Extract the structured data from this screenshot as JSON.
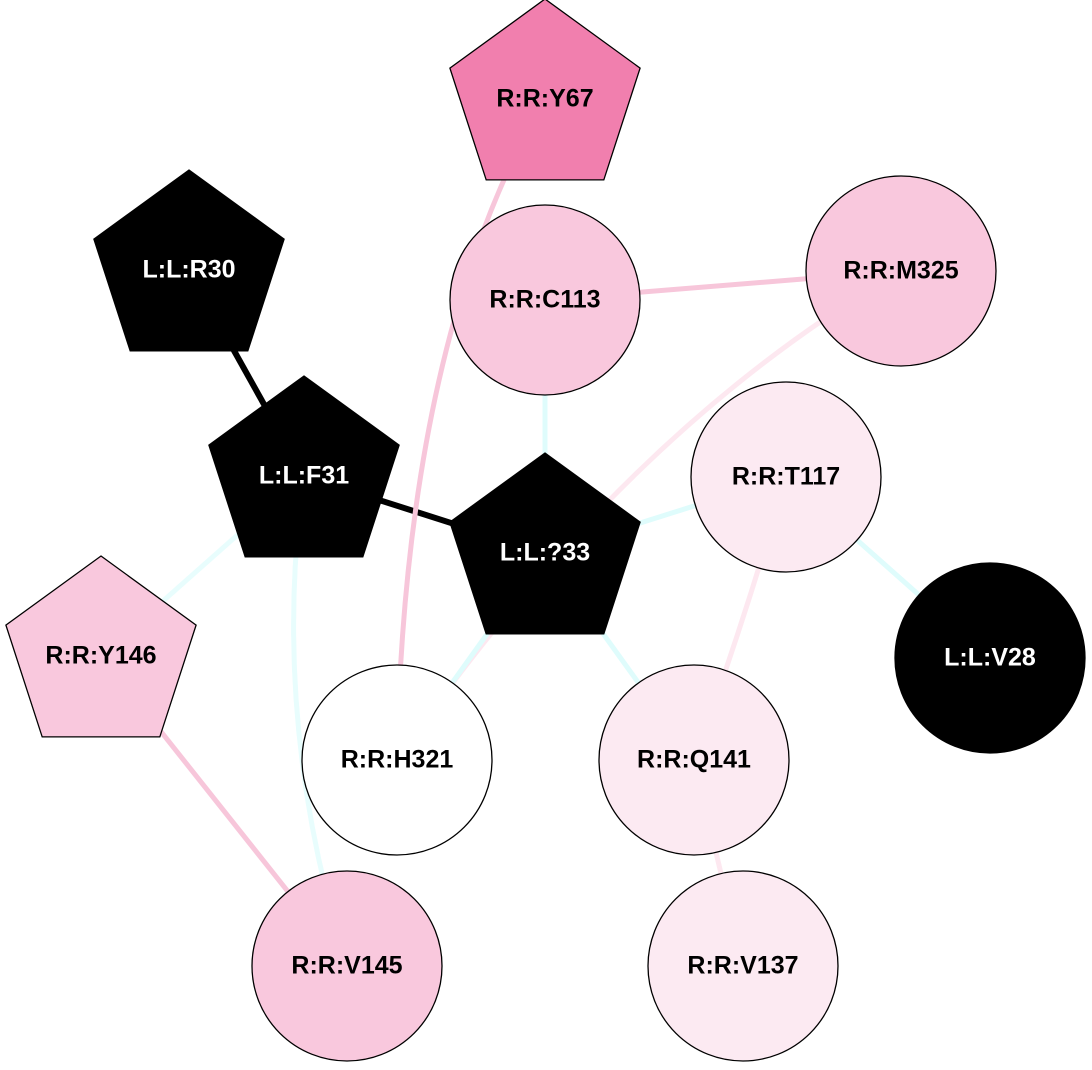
{
  "nodes": [
    {
      "id": "R:R:Y67",
      "label": "R:R:Y67",
      "shape": "pentagon",
      "fill": "#f17fae",
      "text_color": "#000000"
    },
    {
      "id": "L:L:R30",
      "label": "L:L:R30",
      "shape": "pentagon",
      "fill": "#000000",
      "text_color": "#ffffff"
    },
    {
      "id": "R:R:C113",
      "label": "R:R:C113",
      "shape": "circle",
      "fill": "#f9c8dd",
      "text_color": "#000000"
    },
    {
      "id": "R:R:M325",
      "label": "R:R:M325",
      "shape": "circle",
      "fill": "#f9c8dd",
      "text_color": "#000000"
    },
    {
      "id": "L:L:F31",
      "label": "L:L:F31",
      "shape": "pentagon",
      "fill": "#000000",
      "text_color": "#ffffff"
    },
    {
      "id": "R:R:T117",
      "label": "R:R:T117",
      "shape": "circle",
      "fill": "#fceaf2",
      "text_color": "#000000"
    },
    {
      "id": "L:L:?33",
      "label": "L:L:?33",
      "shape": "pentagon",
      "fill": "#000000",
      "text_color": "#ffffff"
    },
    {
      "id": "R:R:Y146",
      "label": "R:R:Y146",
      "shape": "pentagon",
      "fill": "#f9c8dd",
      "text_color": "#000000"
    },
    {
      "id": "L:L:V28",
      "label": "L:L:V28",
      "shape": "circle",
      "fill": "#000000",
      "text_color": "#ffffff"
    },
    {
      "id": "R:R:H321",
      "label": "R:R:H321",
      "shape": "circle",
      "fill": "#ffffff",
      "text_color": "#000000"
    },
    {
      "id": "R:R:Q141",
      "label": "R:R:Q141",
      "shape": "circle",
      "fill": "#fceaf2",
      "text_color": "#000000"
    },
    {
      "id": "R:R:V145",
      "label": "R:R:V145",
      "shape": "circle",
      "fill": "#f9c8dd",
      "text_color": "#000000"
    },
    {
      "id": "R:R:V137",
      "label": "R:R:V137",
      "shape": "circle",
      "fill": "#fceaf2",
      "text_color": "#000000"
    }
  ],
  "edges": [
    {
      "from": "L:L:R30",
      "to": "L:L:F31",
      "color": "#000000"
    },
    {
      "from": "L:L:F31",
      "to": "L:L:?33",
      "color": "#000000"
    },
    {
      "from": "R:R:C113",
      "to": "R:R:M325",
      "color": "#f7c6da"
    },
    {
      "from": "R:R:Y67",
      "to": "R:R:H321",
      "color": "#f7c6da"
    },
    {
      "from": "R:R:Y146",
      "to": "R:R:V145",
      "color": "#f7c6da"
    },
    {
      "from": "R:R:M325",
      "to": "R:R:H321",
      "color": "#fde8f0"
    },
    {
      "from": "R:R:T117",
      "to": "R:R:Q141",
      "color": "#fde8f0"
    },
    {
      "from": "R:R:Q141",
      "to": "R:R:V137",
      "color": "#fde8f0"
    },
    {
      "from": "R:R:C113",
      "to": "L:L:?33",
      "color": "#dffcfc"
    },
    {
      "from": "L:L:?33",
      "to": "R:R:T117",
      "color": "#dffcfc"
    },
    {
      "from": "R:R:T117",
      "to": "L:L:V28",
      "color": "#dffcfc"
    },
    {
      "from": "L:L:?33",
      "to": "R:R:H321",
      "color": "#dffcfc"
    },
    {
      "from": "L:L:?33",
      "to": "R:R:Q141",
      "color": "#dffcfc"
    },
    {
      "from": "L:L:F31",
      "to": "R:R:Y146",
      "color": "#e8fdfd"
    },
    {
      "from": "L:L:F31",
      "to": "R:R:V145",
      "color": "#e8fdfd"
    }
  ]
}
